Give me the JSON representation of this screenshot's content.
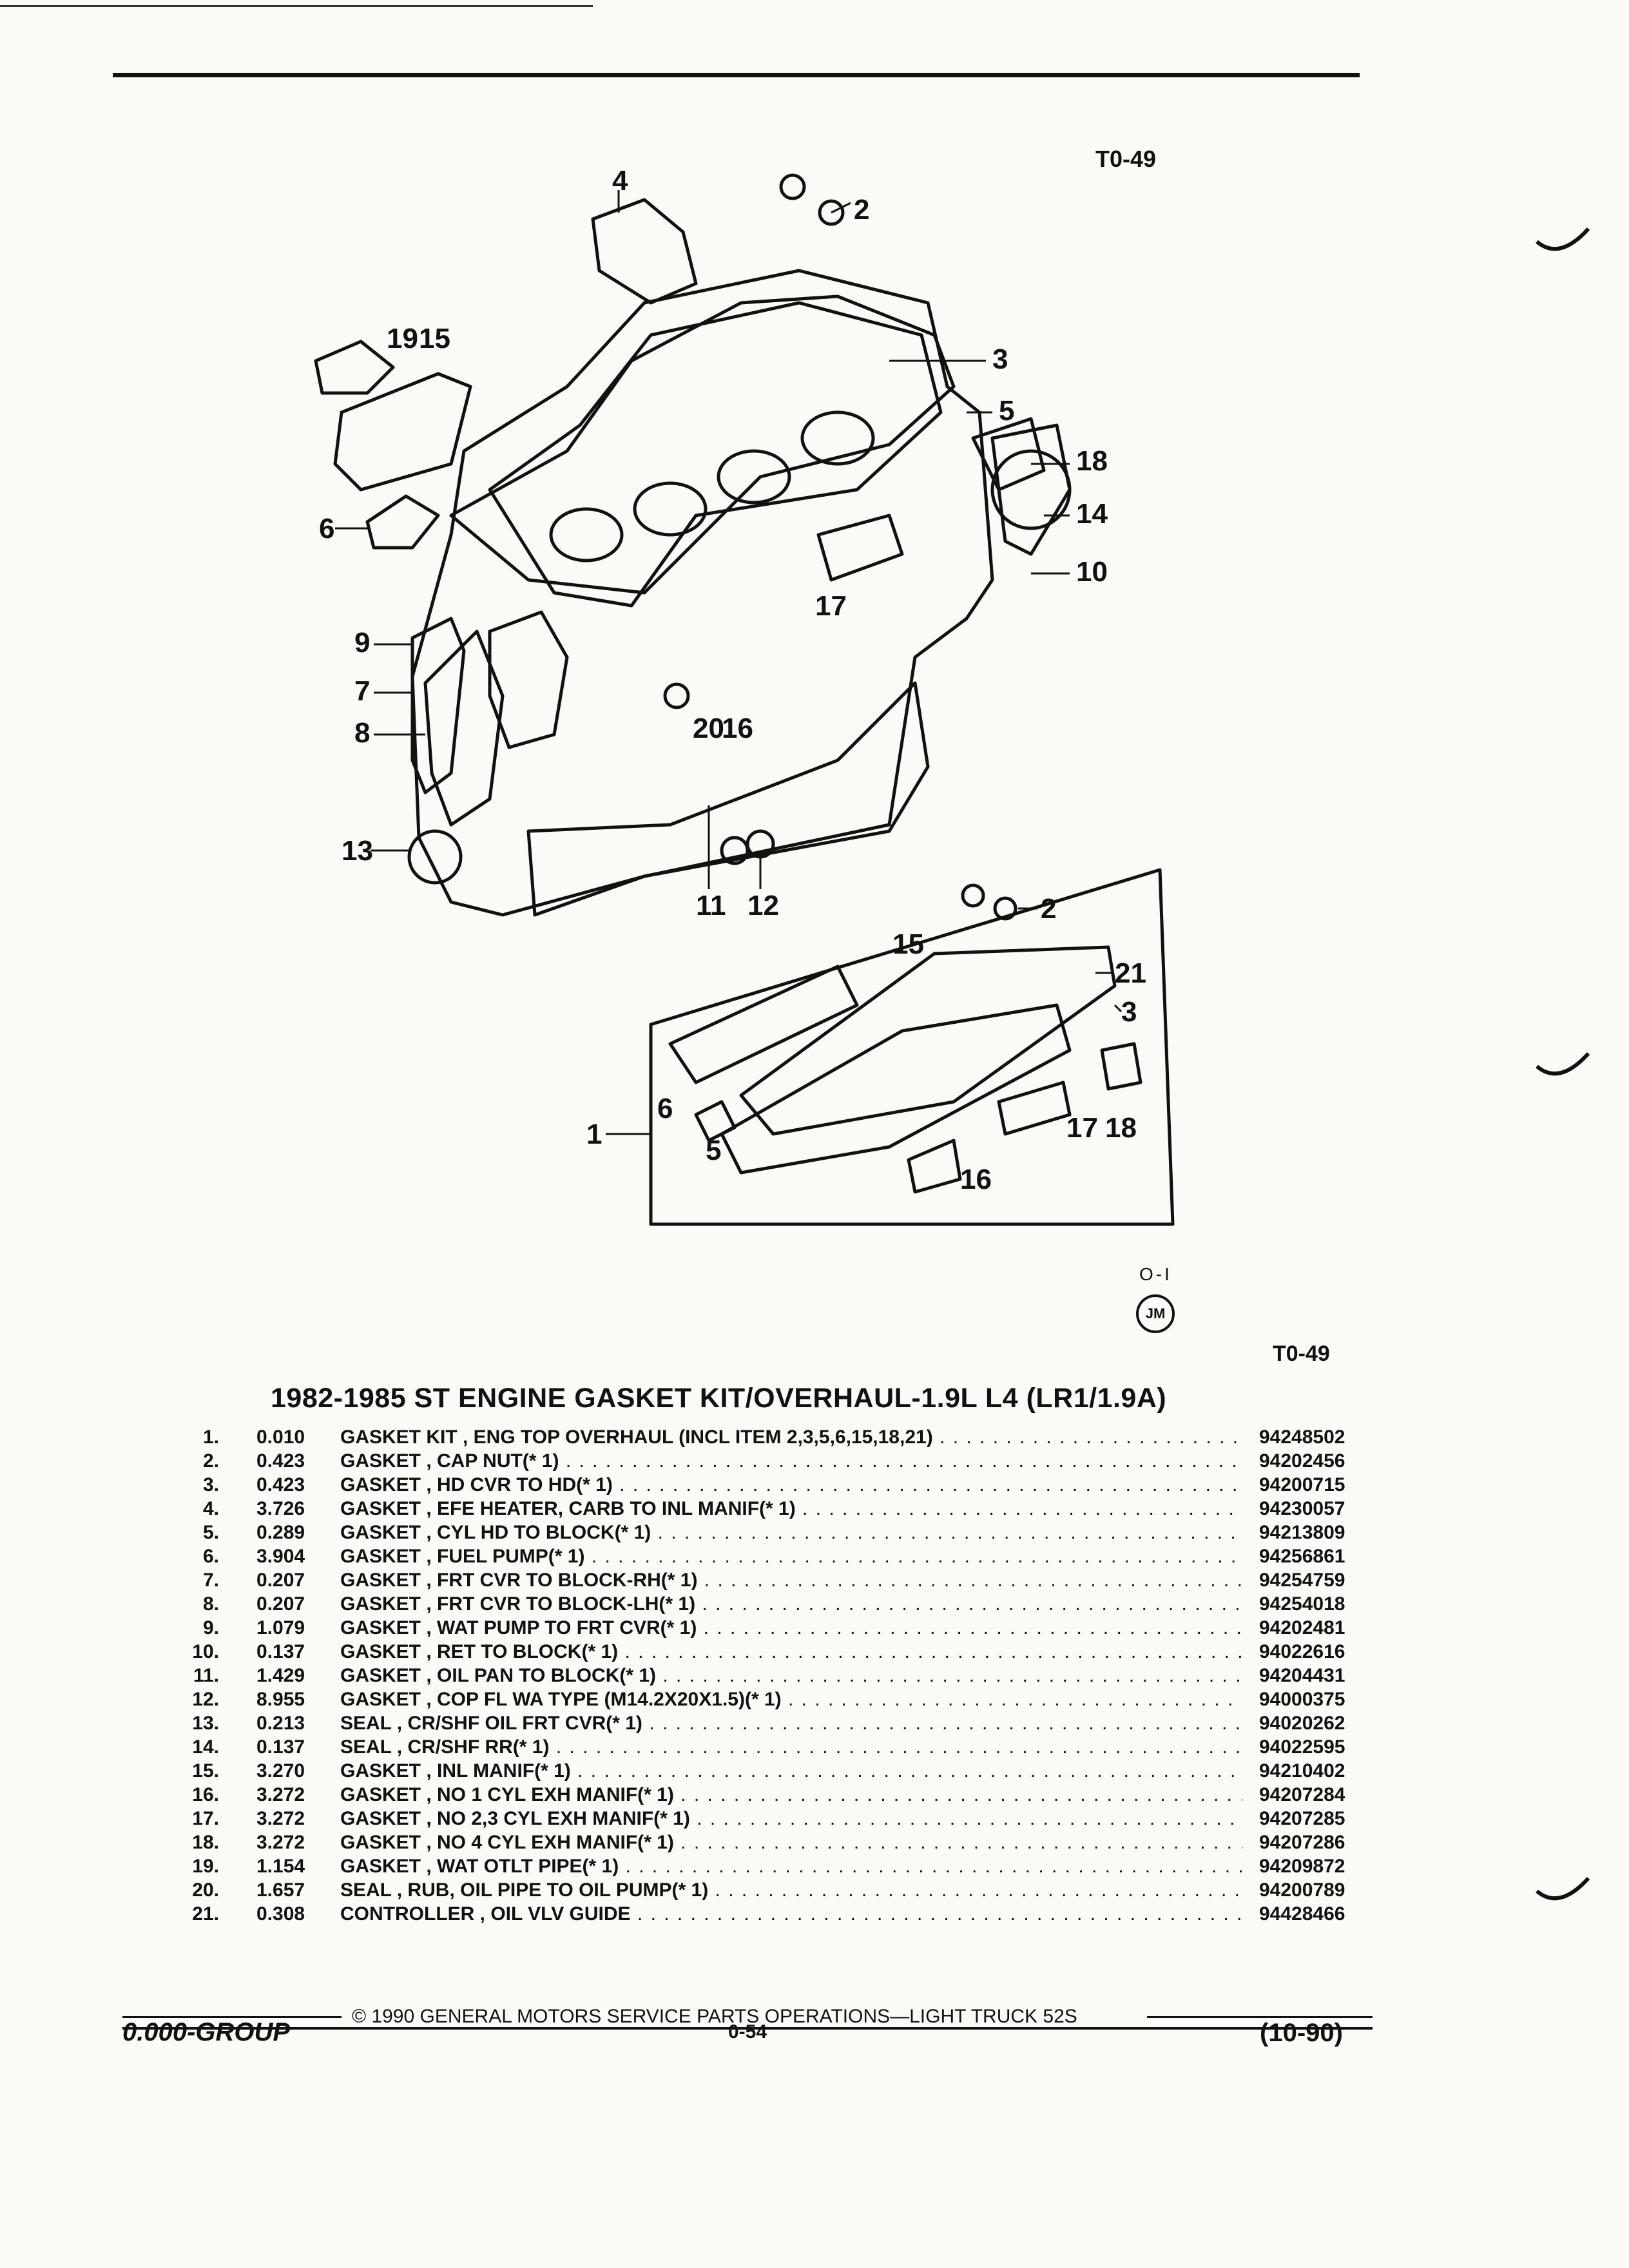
{
  "header": {
    "ref_top": "T0-49"
  },
  "diagram": {
    "callouts_main": [
      "4",
      "2",
      "19",
      "15",
      "3",
      "5",
      "18",
      "14",
      "10",
      "6",
      "9",
      "7",
      "8",
      "20",
      "16",
      "17",
      "13",
      "11",
      "12"
    ],
    "callouts_kit": [
      "2",
      "15",
      "21",
      "3",
      "1",
      "6",
      "5",
      "17",
      "18",
      "16"
    ]
  },
  "stamp": {
    "text": "O-I",
    "badge": "JM"
  },
  "ref_mid": "T0-49",
  "title": "1982-1985 ST ENGINE GASKET KIT/OVERHAUL-1.9L L4 (LR1/1.9A)",
  "parts": [
    {
      "no": "1.",
      "qty": "0.010",
      "desc": "GASKET KIT , ENG TOP OVERHAUL (INCL ITEM 2,3,5,6,15,18,21)",
      "pn": "94248502"
    },
    {
      "no": "2.",
      "qty": "0.423",
      "desc": "GASKET , CAP NUT(* 1)",
      "pn": "94202456"
    },
    {
      "no": "3.",
      "qty": "0.423",
      "desc": "GASKET , HD CVR TO HD(* 1)",
      "pn": "94200715"
    },
    {
      "no": "4.",
      "qty": "3.726",
      "desc": "GASKET , EFE HEATER, CARB TO INL MANIF(* 1)",
      "pn": "94230057"
    },
    {
      "no": "5.",
      "qty": "0.289",
      "desc": "GASKET , CYL HD TO BLOCK(* 1)",
      "pn": "94213809"
    },
    {
      "no": "6.",
      "qty": "3.904",
      "desc": "GASKET , FUEL PUMP(* 1)",
      "pn": "94256861"
    },
    {
      "no": "7.",
      "qty": "0.207",
      "desc": "GASKET , FRT CVR TO BLOCK-RH(* 1)",
      "pn": "94254759"
    },
    {
      "no": "8.",
      "qty": "0.207",
      "desc": "GASKET , FRT CVR TO BLOCK-LH(* 1)",
      "pn": "94254018"
    },
    {
      "no": "9.",
      "qty": "1.079",
      "desc": "GASKET , WAT PUMP TO FRT CVR(* 1)",
      "pn": "94202481"
    },
    {
      "no": "10.",
      "qty": "0.137",
      "desc": "GASKET , RET TO BLOCK(* 1)",
      "pn": "94022616"
    },
    {
      "no": "11.",
      "qty": "1.429",
      "desc": "GASKET , OIL PAN TO BLOCK(* 1)",
      "pn": "94204431"
    },
    {
      "no": "12.",
      "qty": "8.955",
      "desc": "GASKET , COP FL WA TYPE (M14.2X20X1.5)(* 1)",
      "pn": "94000375"
    },
    {
      "no": "13.",
      "qty": "0.213",
      "desc": "SEAL , CR/SHF OIL FRT CVR(* 1)",
      "pn": "94020262"
    },
    {
      "no": "14.",
      "qty": "0.137",
      "desc": "SEAL , CR/SHF RR(* 1)",
      "pn": "94022595"
    },
    {
      "no": "15.",
      "qty": "3.270",
      "desc": "GASKET , INL MANIF(* 1)",
      "pn": "94210402"
    },
    {
      "no": "16.",
      "qty": "3.272",
      "desc": "GASKET , NO 1 CYL EXH MANIF(* 1)",
      "pn": "94207284"
    },
    {
      "no": "17.",
      "qty": "3.272",
      "desc": "GASKET , NO 2,3 CYL EXH MANIF(* 1)",
      "pn": "94207285"
    },
    {
      "no": "18.",
      "qty": "3.272",
      "desc": "GASKET , NO 4 CYL EXH MANIF(* 1)",
      "pn": "94207286"
    },
    {
      "no": "19.",
      "qty": "1.154",
      "desc": "GASKET , WAT OTLT PIPE(* 1)",
      "pn": "94209872"
    },
    {
      "no": "20.",
      "qty": "1.657",
      "desc": "SEAL , RUB, OIL PIPE TO OIL PUMP(* 1)",
      "pn": "94200789"
    },
    {
      "no": "21.",
      "qty": "0.308",
      "desc": "CONTROLLER , OIL VLV GUIDE",
      "pn": "94428466"
    }
  ],
  "footer": {
    "copyright": "© 1990 GENERAL MOTORS SERVICE PARTS OPERATIONS—LIGHT TRUCK 52S",
    "group": "0.000-GROUP",
    "page": "0-54",
    "date": "(10-90)"
  }
}
